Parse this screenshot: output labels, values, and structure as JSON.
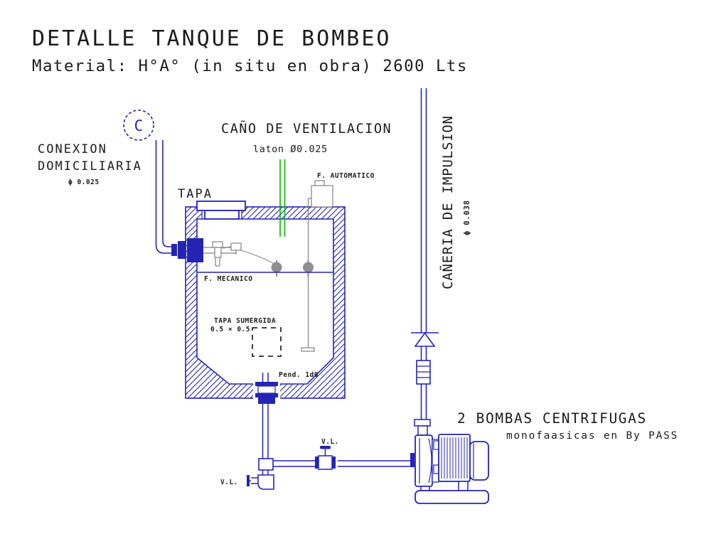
{
  "header": {
    "title": "DETALLE TANQUE DE BOMBEO",
    "subtitle": "Material: H°A° (in situ en obra) 2600 Lts"
  },
  "annotations": {
    "marker_c": "C",
    "conexion": {
      "line1": "CONEXION",
      "line2": "DOMICILIARIA",
      "diameter": "ϕ 0.025"
    },
    "tapa": "TAPA",
    "ventilacion": {
      "title": "CAÑO DE VENTILACION",
      "spec": "laton Ø0.025"
    },
    "flotante_automatico": "F. AUTOMATICO",
    "flotante_mecanico": "F. MECANICO",
    "tapa_sumergida": {
      "line1": "TAPA SUMERGIDA",
      "line2": "0.5 × 0.5"
    },
    "pendiente": "Pend. 1d0",
    "impulsion": {
      "title": "CAÑERIA DE IMPULSION",
      "diameter": "ϕ 0.038"
    },
    "bombas": {
      "line1": "2 BOMBAS CENTRIFUGAS",
      "line2": "monofaasicas en By PASS"
    },
    "valvula_linea_1": "V.L.",
    "valvula_linea_2": "V.L."
  },
  "colors": {
    "pipe_blue": "#2424b4",
    "vent_green": "#00b400",
    "detail_gray": "#828282",
    "text": "#1c1c1c",
    "background": "#ffffff"
  }
}
